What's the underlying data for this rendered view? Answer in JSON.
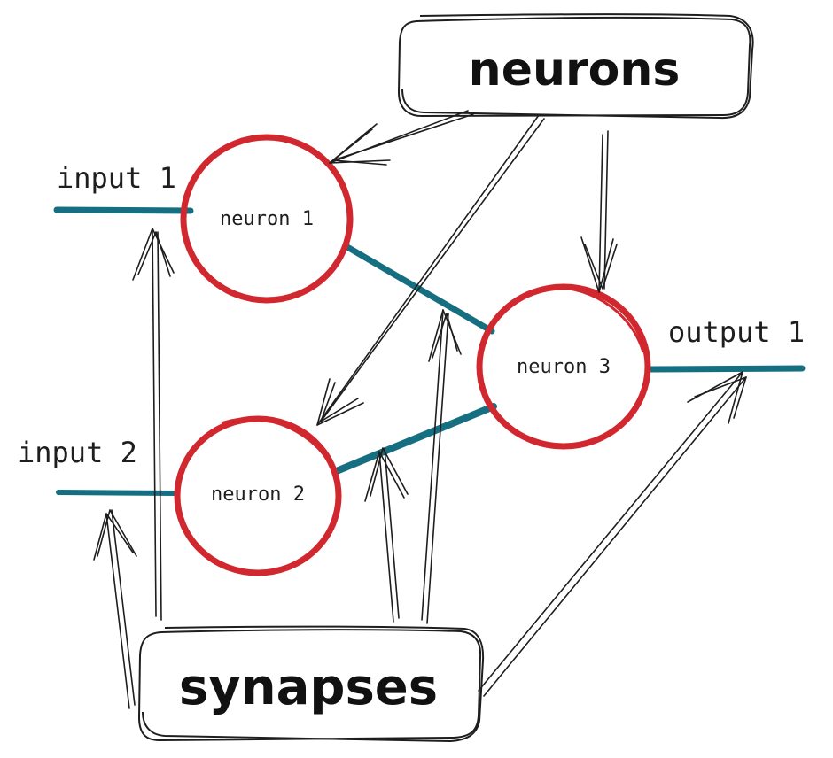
{
  "colors": {
    "neuron_stroke": "#d0282e",
    "synapse_stroke": "#166f80",
    "arrow_stroke": "#1e1e1e",
    "text": "#1e1e1e",
    "background": "#ffffff"
  },
  "labels": {
    "neurons_box": "neurons",
    "synapses_box": "synapses",
    "neuron_1": "neuron 1",
    "neuron_2": "neuron 2",
    "neuron_3": "neuron 3",
    "input_1": "input 1",
    "input_2": "input 2",
    "output_1": "output 1"
  },
  "nodes": [
    {
      "id": "neuron_1",
      "label": "neuron 1"
    },
    {
      "id": "neuron_2",
      "label": "neuron 2"
    },
    {
      "id": "neuron_3",
      "label": "neuron 3"
    }
  ],
  "edges": [
    {
      "from": "input 1",
      "to": "neuron 1"
    },
    {
      "from": "input 2",
      "to": "neuron 2"
    },
    {
      "from": "neuron 1",
      "to": "neuron 3"
    },
    {
      "from": "neuron 2",
      "to": "neuron 3"
    },
    {
      "from": "neuron 3",
      "to": "output 1"
    }
  ],
  "annotations": [
    {
      "from": "neurons",
      "to": "neuron 1"
    },
    {
      "from": "neurons",
      "to": "neuron 2"
    },
    {
      "from": "neurons",
      "to": "neuron 3"
    },
    {
      "from": "synapses",
      "to": "input 1"
    },
    {
      "from": "synapses",
      "to": "input 2"
    },
    {
      "from": "synapses",
      "to": "neuron 2 → neuron 3"
    },
    {
      "from": "synapses",
      "to": "neuron 1 → neuron 3"
    },
    {
      "from": "synapses",
      "to": "output 1"
    }
  ]
}
